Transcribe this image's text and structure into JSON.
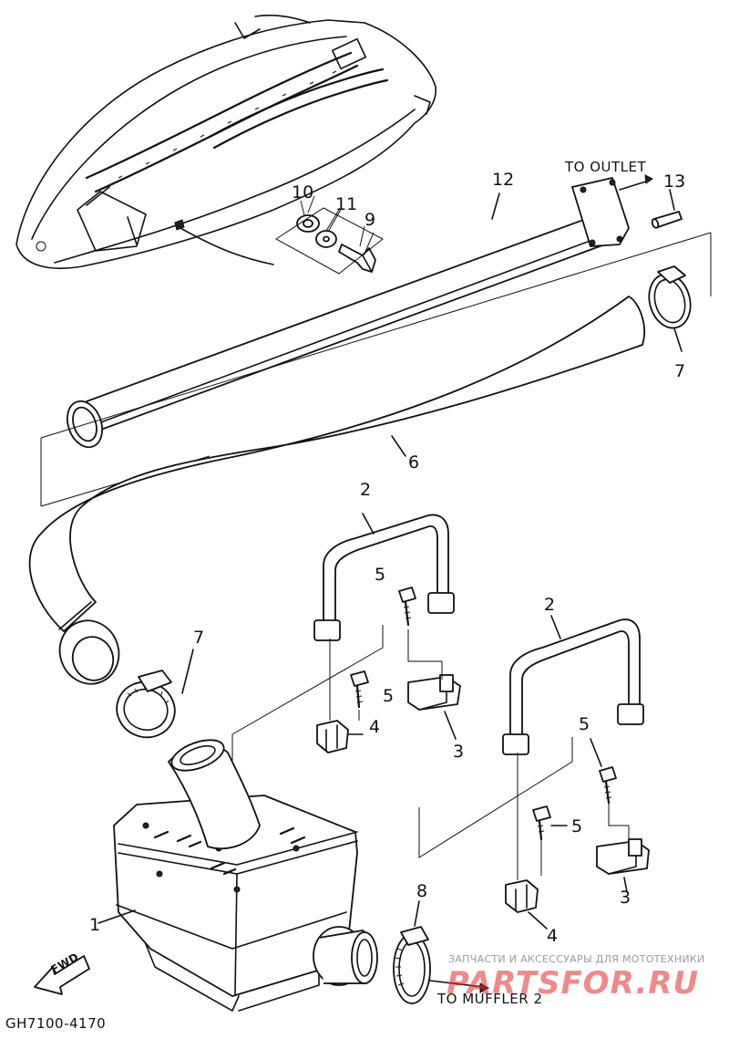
{
  "diagram": {
    "callouts": [
      {
        "id": "c1",
        "label": "1"
      },
      {
        "id": "c2a",
        "label": "2"
      },
      {
        "id": "c2b",
        "label": "2"
      },
      {
        "id": "c3a",
        "label": "3"
      },
      {
        "id": "c3b",
        "label": "3"
      },
      {
        "id": "c4a",
        "label": "4"
      },
      {
        "id": "c4b",
        "label": "4"
      },
      {
        "id": "c5a",
        "label": "5"
      },
      {
        "id": "c5b",
        "label": "5"
      },
      {
        "id": "c5c",
        "label": "5"
      },
      {
        "id": "c5d",
        "label": "5"
      },
      {
        "id": "c6",
        "label": "6"
      },
      {
        "id": "c7a",
        "label": "7"
      },
      {
        "id": "c7b",
        "label": "7"
      },
      {
        "id": "c8",
        "label": "8"
      },
      {
        "id": "c9",
        "label": "9"
      },
      {
        "id": "c10",
        "label": "10"
      },
      {
        "id": "c11",
        "label": "11"
      },
      {
        "id": "c12",
        "label": "12"
      },
      {
        "id": "c13",
        "label": "13"
      }
    ],
    "annotations": {
      "to_outlet": "TO OUTLET",
      "to_muffler": "TO MUFFLER 2",
      "fwd": "FWD",
      "drawing_code": "GH7100-4170"
    },
    "watermark": {
      "tagline": "ЗАПЧАСТИ И АКСЕССУАРЫ ДЛЯ МОТОТЕХНИКИ",
      "brand": "PARTSFOR.RU"
    }
  }
}
